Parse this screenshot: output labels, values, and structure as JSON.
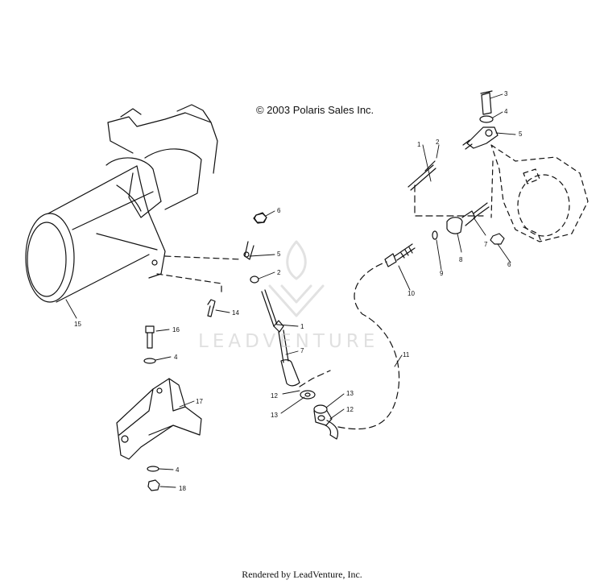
{
  "copyright": "© 2003 Polaris Sales Inc.",
  "footer": "Rendered by LeadVenture, Inc.",
  "watermark": "LEADVENTURE",
  "callouts": {
    "c1a": "1",
    "c2a": "2",
    "c3": "3",
    "c4a": "4",
    "c5a": "5",
    "c7a": "7",
    "c6a": "6",
    "c8": "8",
    "c9": "9",
    "c10": "10",
    "c6b": "6",
    "c5b": "5",
    "c2b": "2",
    "c1b": "1",
    "c7b": "7",
    "c11": "11",
    "c12a": "12",
    "c13a": "13",
    "c13b": "13",
    "c12b": "12",
    "c14": "14",
    "c15": "15",
    "c16": "16",
    "c4b": "4",
    "c17": "17",
    "c4c": "4",
    "c18": "18"
  }
}
